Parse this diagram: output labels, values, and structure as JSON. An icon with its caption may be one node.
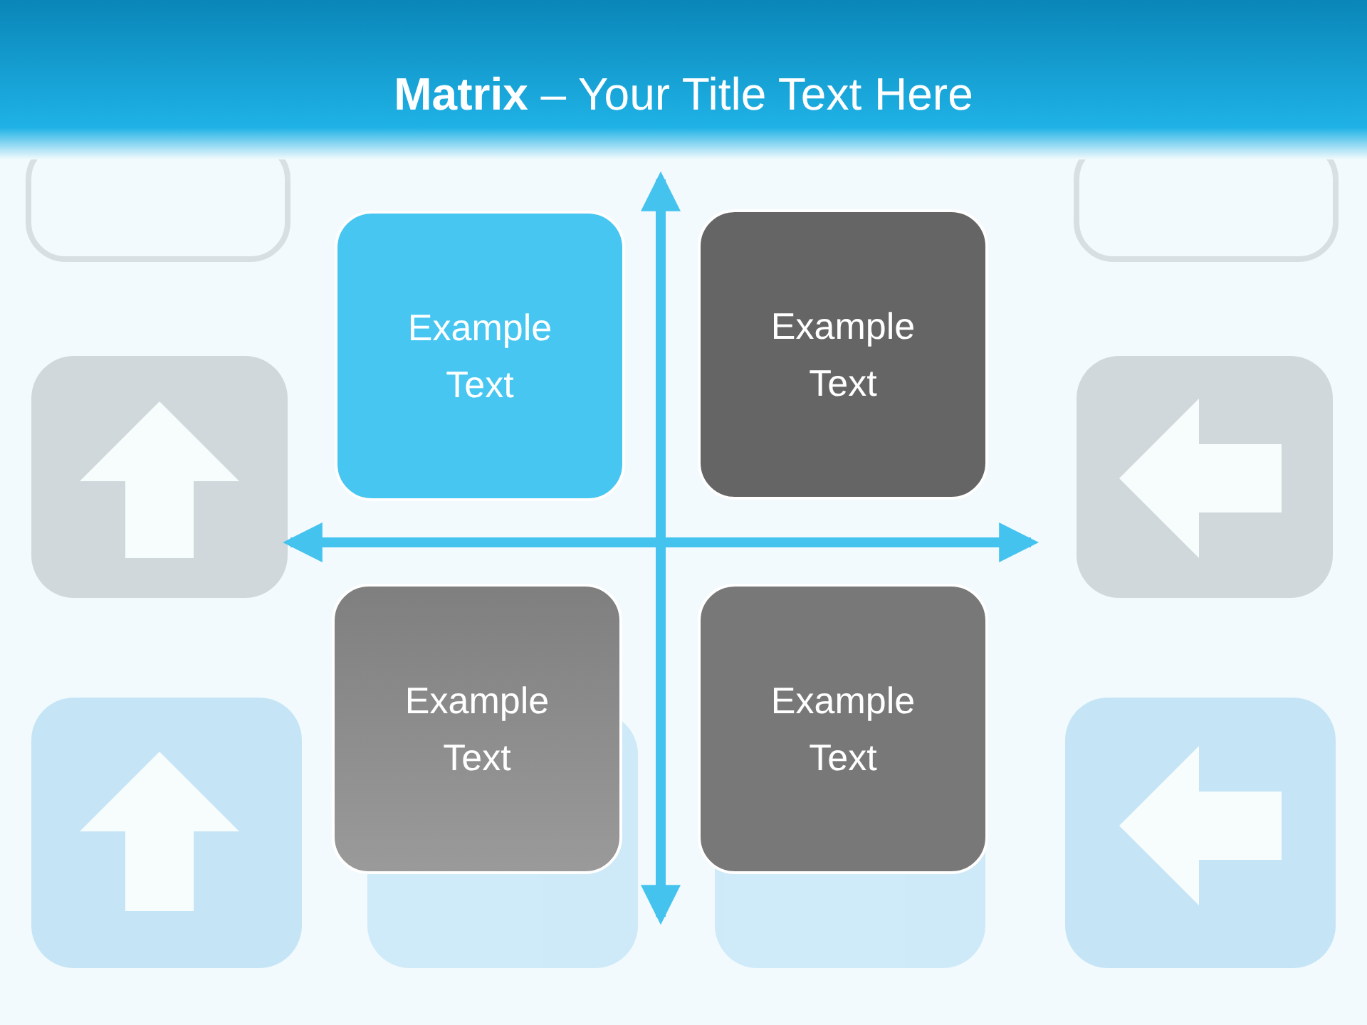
{
  "diagram": {
    "title": "**Matrix** – Your Title Text Here",
    "nodes": [
      {
        "text": [
          "Example Text"
        ]
      },
      {
        "text": [
          "Example Text"
        ]
      },
      {
        "text": [
          "Example Text"
        ]
      },
      {
        "text": [
          "Example Text"
        ]
      }
    ],
    "edges": []
  }
}
